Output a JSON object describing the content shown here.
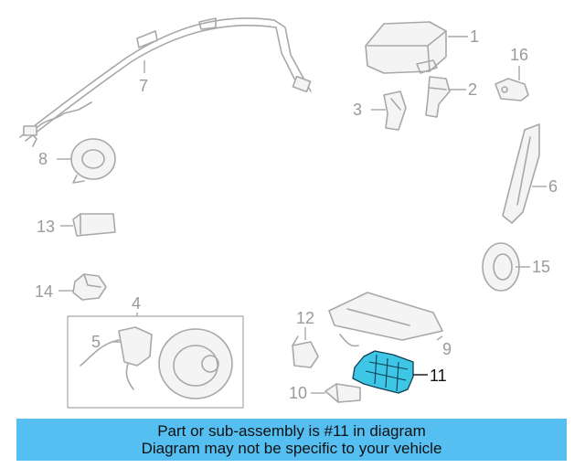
{
  "callouts": [
    {
      "id": "1",
      "label": "1"
    },
    {
      "id": "2",
      "label": "2"
    },
    {
      "id": "3",
      "label": "3"
    },
    {
      "id": "4",
      "label": "4"
    },
    {
      "id": "5",
      "label": "5"
    },
    {
      "id": "6",
      "label": "6"
    },
    {
      "id": "7",
      "label": "7"
    },
    {
      "id": "8",
      "label": "8"
    },
    {
      "id": "9",
      "label": "9"
    },
    {
      "id": "10",
      "label": "10"
    },
    {
      "id": "11",
      "label": "11"
    },
    {
      "id": "12",
      "label": "12"
    },
    {
      "id": "13",
      "label": "13"
    },
    {
      "id": "14",
      "label": "14"
    },
    {
      "id": "15",
      "label": "15"
    },
    {
      "id": "16",
      "label": "16"
    }
  ],
  "highlight": {
    "part": "11",
    "color": "#3ec6e6"
  },
  "banner": {
    "line1": "Part or sub-assembly is #11 in diagram",
    "line2": "Diagram may not be specific to your vehicle",
    "color": "#56bff2"
  }
}
